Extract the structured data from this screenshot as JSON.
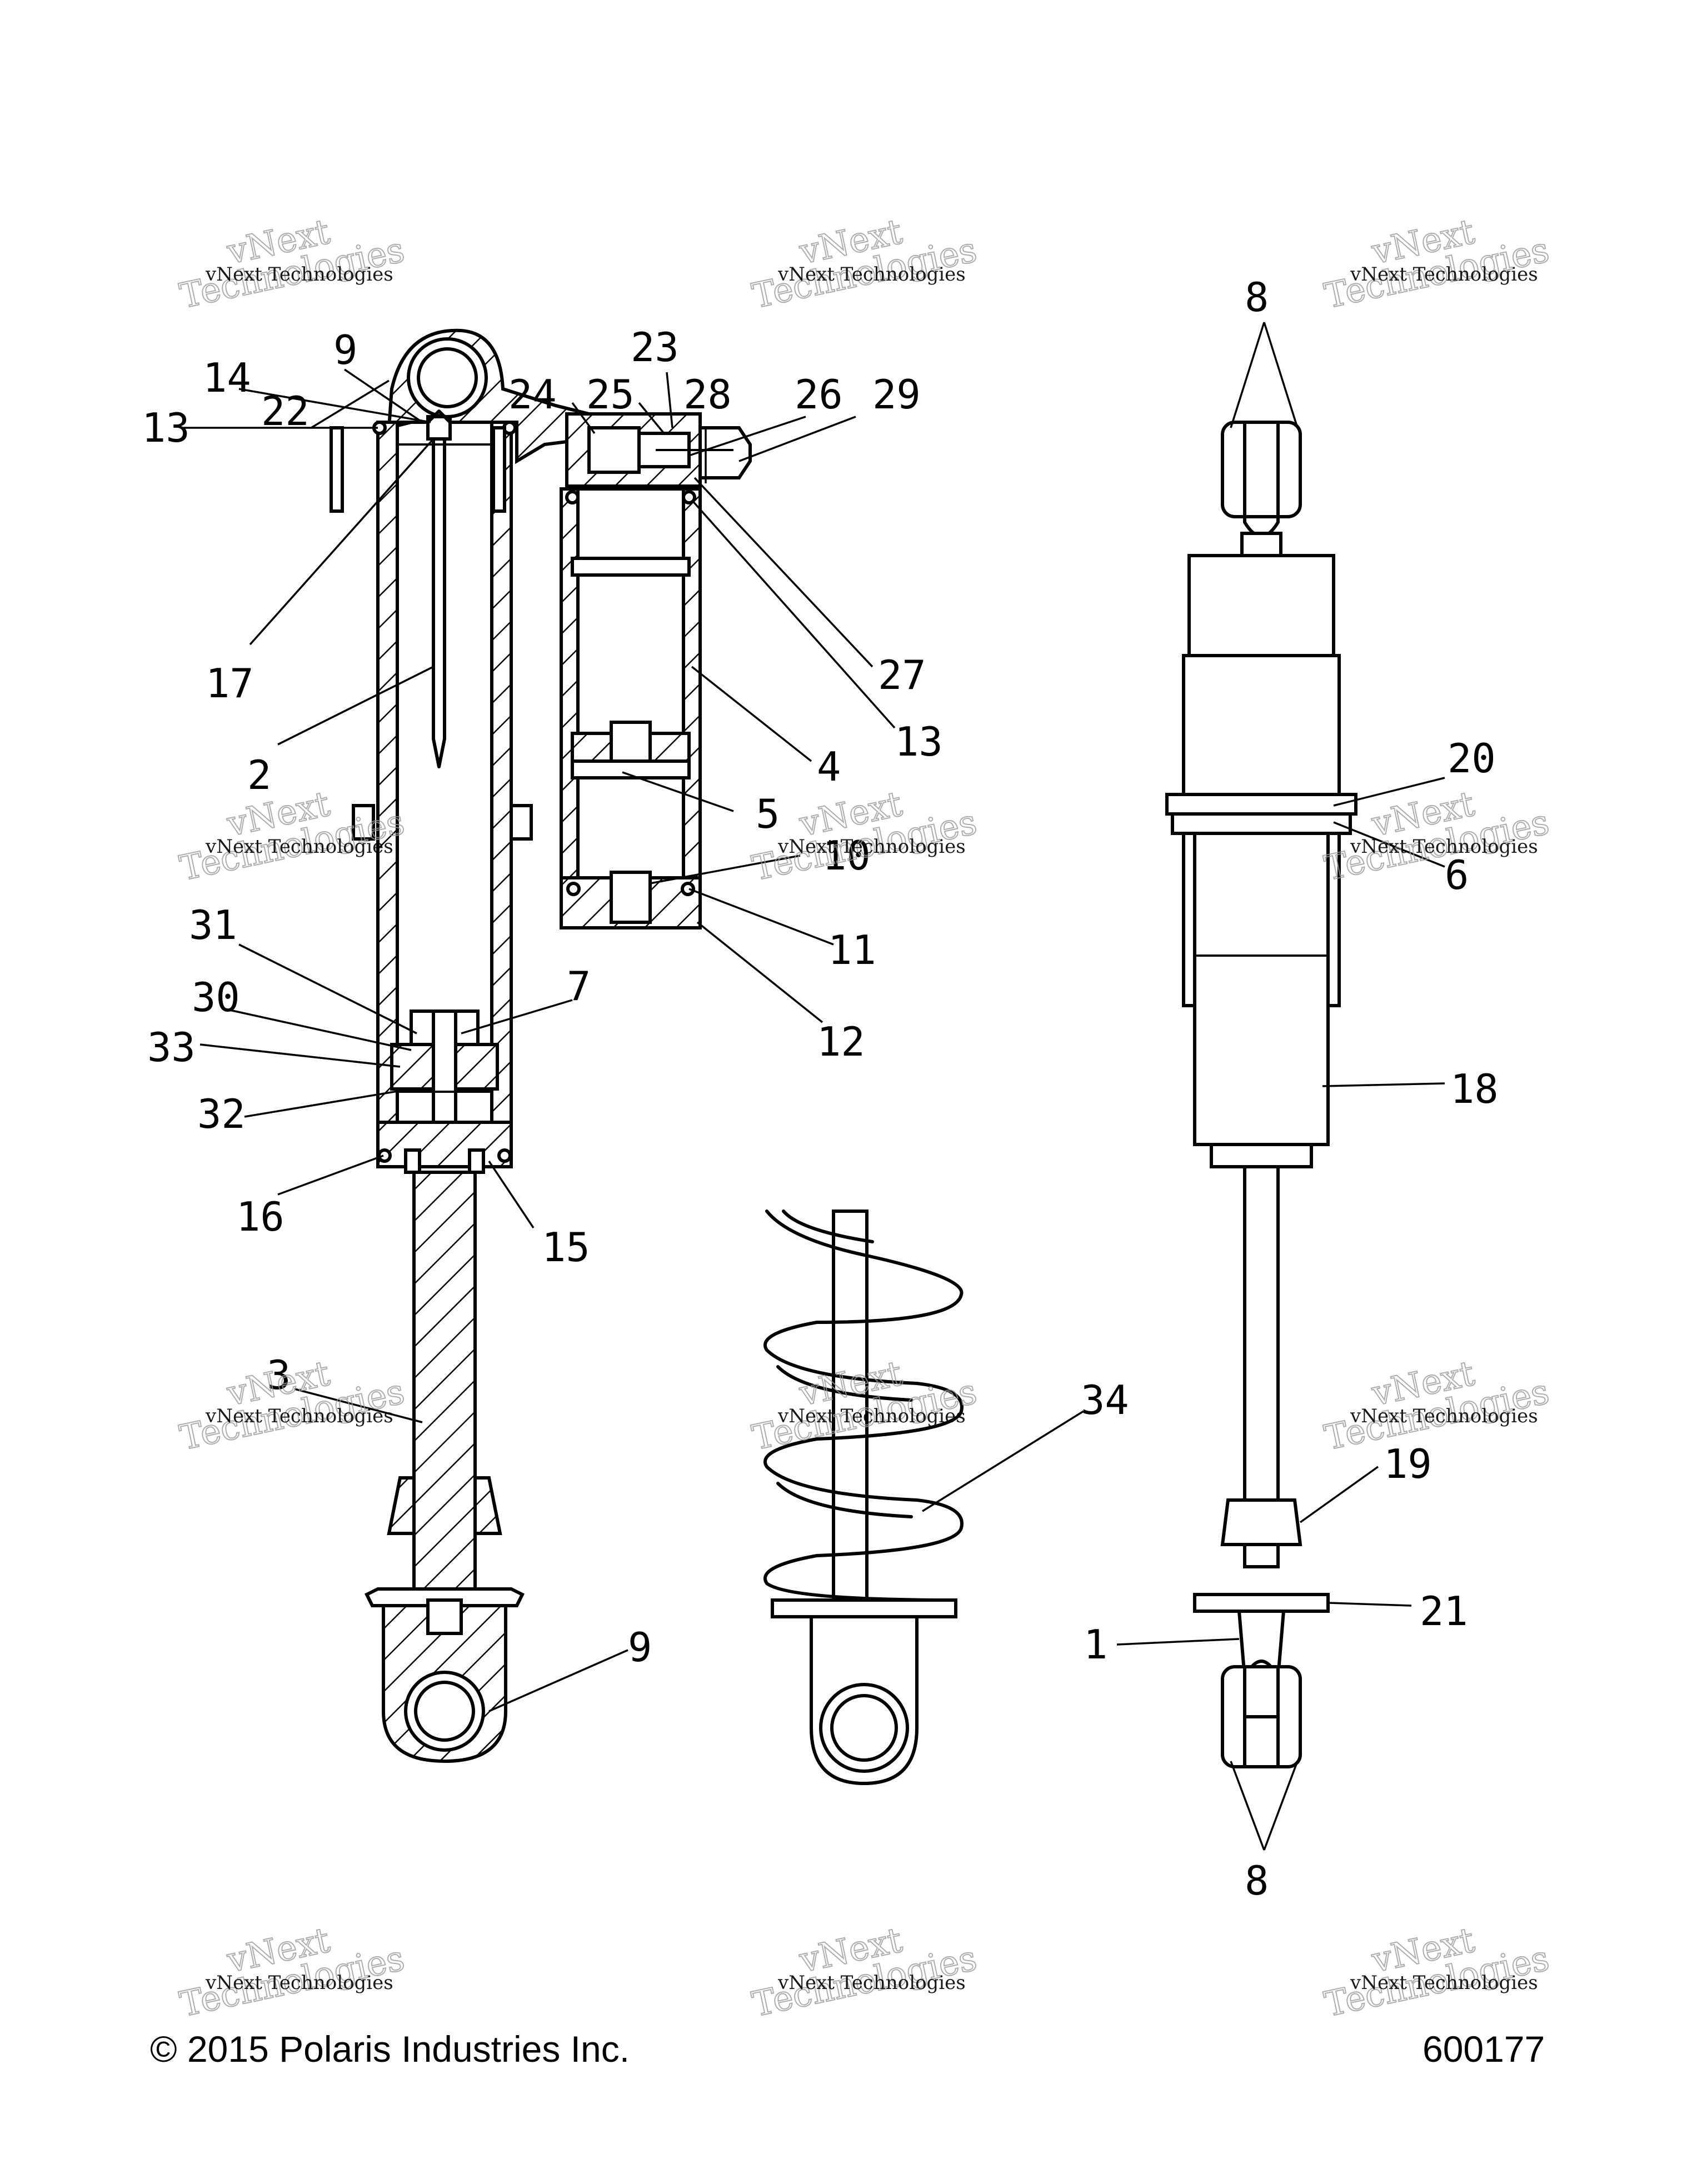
{
  "watermark": {
    "line1": "vNext Technologies",
    "line2": "Technologies",
    "top": "vNext"
  },
  "callouts": {
    "c1": "1",
    "c2": "2",
    "c3": "3",
    "c4": "4",
    "c5": "5",
    "c6": "6",
    "c7": "7",
    "c8": "8",
    "c9": "9",
    "c10": "10",
    "c11": "11",
    "c12": "12",
    "c13": "13",
    "c14": "14",
    "c15": "15",
    "c16": "16",
    "c17": "17",
    "c18": "18",
    "c19": "19",
    "c20": "20",
    "c21": "21",
    "c22": "22",
    "c23": "23",
    "c24": "24",
    "c25": "25",
    "c26": "26",
    "c27": "27",
    "c28": "28",
    "c29": "29",
    "c30": "30",
    "c31": "31",
    "c32": "32",
    "c33": "33",
    "c34": "34"
  },
  "footer": {
    "copyright": "© 2015 Polaris Industries Inc.",
    "figure_number": "600177"
  }
}
